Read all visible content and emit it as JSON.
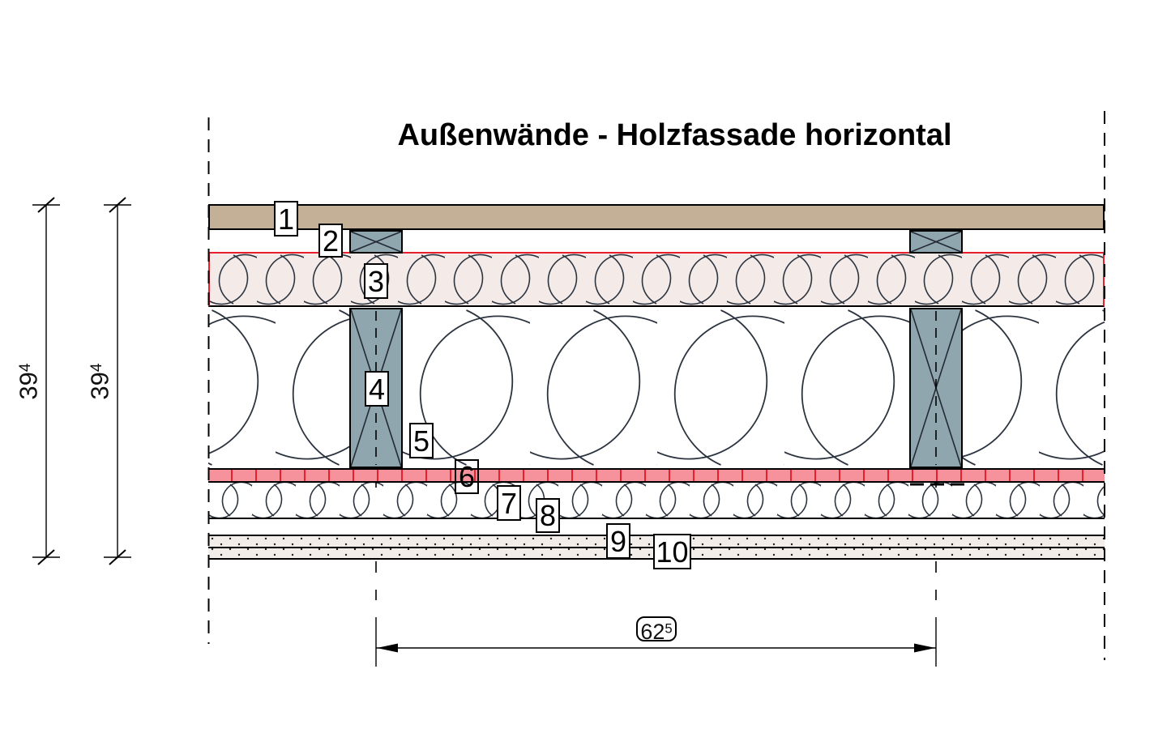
{
  "title": "Außenwände - Holzfassade horizontal",
  "callouts": [
    "1",
    "2",
    "3",
    "4",
    "5",
    "6",
    "7",
    "8",
    "9",
    "10"
  ],
  "dimensions": {
    "vertical": [
      {
        "value": "394",
        "main": "39",
        "sup": "4"
      },
      {
        "value": "394",
        "main": "39",
        "sup": "4"
      }
    ],
    "horizontal": {
      "value": "625",
      "main": "62",
      "sup": "5"
    }
  },
  "colors": {
    "facade_board": "#c4b096",
    "timber_fill": "#90a6ae",
    "osb_band": "#f5929b",
    "band_tick_red": "#e8202e",
    "membrane_red": "#e8202e",
    "insulation_bg": "#f4ebe9",
    "gypsum_bg": "#f2ede9",
    "hatch_stroke": "#2c3440",
    "line": "#000000"
  }
}
